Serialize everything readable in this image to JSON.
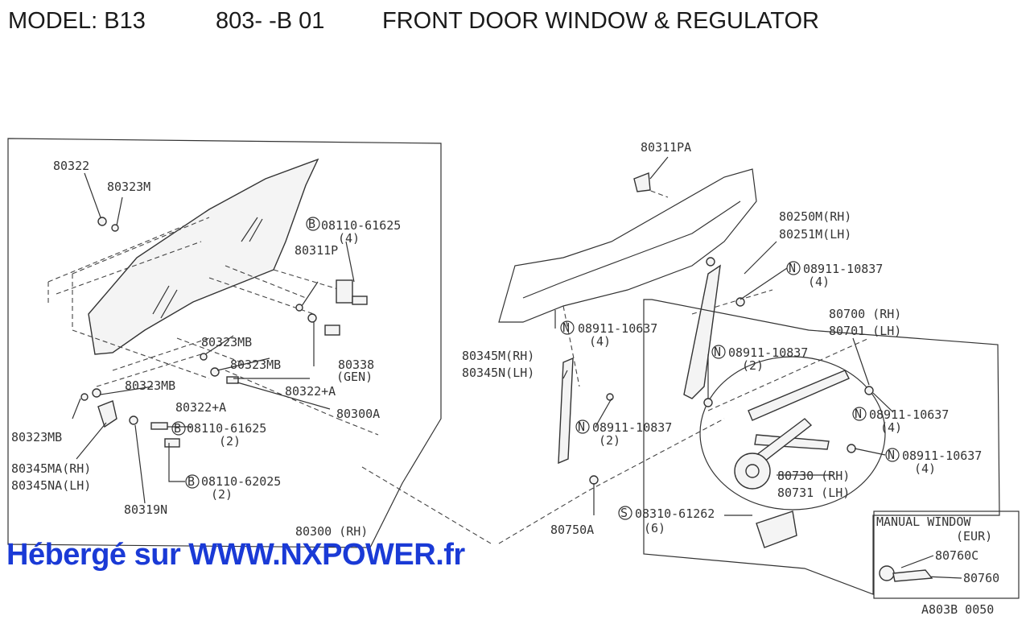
{
  "header": {
    "model": "MODEL: B13",
    "section": "803- -B 01",
    "title": "FRONT DOOR WINDOW & REGULATOR"
  },
  "labels": {
    "p80322_top": "80322",
    "p80323M": "80323M",
    "b08110_61625_top": "08110-61625",
    "qty4_a": "(4)",
    "p80311P": "80311P",
    "p80323MB_a": "80323MB",
    "p80323MB_b": "80323MB",
    "p80338": "80338",
    "gen": "(GEN)",
    "p80323MB_c": "80323MB",
    "p80322A_a": "80322+A",
    "p80322A_b": "80322+A",
    "p80300A": "80300A",
    "p80323MB_d": "80323MB",
    "b08110_61625_mid": "08110-61625",
    "qty2_a": "(2)",
    "p80345MA": "80345MA(RH)",
    "p80345NA": "80345NA(LH)",
    "b08110_62025": "08110-62025",
    "qty2_b": "(2)",
    "p80319N": "80319N",
    "p80300RH": "80300 (RH)",
    "p80311PA": "80311PA",
    "p80250M": "80250M(RH)",
    "p80251M": "80251M(LH)",
    "n08911_10837_a": "08911-10837",
    "qty4_b": "(4)",
    "n08911_10637_a": "08911-10637",
    "qty4_c": "(4)",
    "p80345M": "80345M(RH)",
    "p80345N": "80345N(LH)",
    "p80700": "80700 (RH)",
    "p80701": "80701 (LH)",
    "n08911_10837_b": "08911-10837",
    "qty2_c": "(2)",
    "n08911_10637_b": "08911-10637",
    "qty4_d": "(4)",
    "n08911_10837_c": "08911-10837",
    "qty2_d": "(2)",
    "n08911_10637_c": "08911-10637",
    "qty4_e": "(4)",
    "p80730": "80730 (RH)",
    "p80731": "80731 (LH)",
    "p80750A": "80750A",
    "s08310_61262": "08310-61262",
    "qty6": "(6)",
    "manual_window": "MANUAL WINDOW",
    "eur": "(EUR)",
    "p80760C": "80760C",
    "p80760": "80760"
  },
  "symbols": {
    "B": "B",
    "N": "N",
    "S": "S"
  },
  "watermark": "Hébergé sur WWW.NXPOWER.fr",
  "reference": "A803B 0050"
}
